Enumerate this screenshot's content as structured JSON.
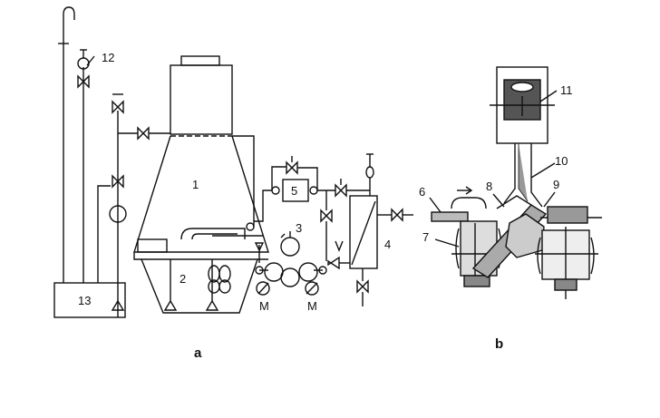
{
  "diagram": {
    "panel_a": {
      "caption": "a",
      "labels": {
        "n1": "1",
        "n2": "2",
        "n3": "3",
        "n4": "4",
        "n5": "5",
        "n12": "12",
        "n13": "13",
        "m_left": "M",
        "m_right": "M"
      }
    },
    "panel_b": {
      "caption": "b",
      "labels": {
        "n6": "6",
        "n7": "7",
        "n8": "8",
        "n9": "9",
        "n10": "10",
        "n11": "11"
      }
    }
  },
  "colors": {
    "ink": "#111111",
    "paper": "#ffffff"
  }
}
